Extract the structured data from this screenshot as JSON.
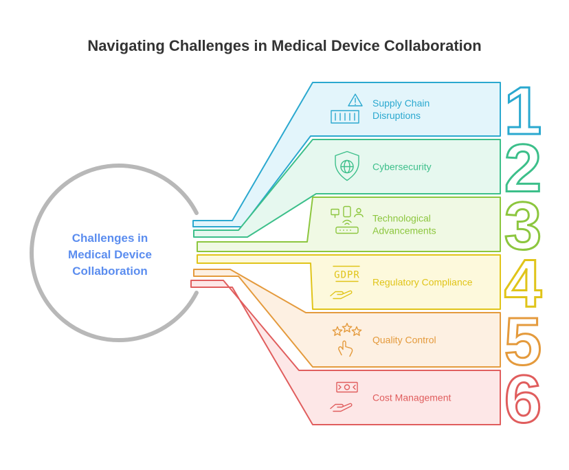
{
  "title": "Navigating Challenges in Medical Device Collaboration",
  "center": {
    "lines": [
      "Challenges in",
      "Medical Device",
      "Collaboration"
    ],
    "color": "#5b8def"
  },
  "items": [
    {
      "number": "1",
      "lines": [
        "Supply Chain",
        "Disruptions"
      ],
      "icon": "warning-container-icon",
      "stroke": "#2aa8cf",
      "fill": "#e3f5fb"
    },
    {
      "number": "2",
      "lines": [
        "Cybersecurity"
      ],
      "icon": "globe-shield-icon",
      "stroke": "#3cbf8a",
      "fill": "#e6f8ef"
    },
    {
      "number": "3",
      "lines": [
        "Technological",
        "Advancements"
      ],
      "icon": "devices-router-icon",
      "stroke": "#8cc63e",
      "fill": "#f0f9e4"
    },
    {
      "number": "4",
      "lines": [
        "Regulatory Compliance"
      ],
      "icon": "gdpr-hand-icon",
      "stroke": "#e0c419",
      "fill": "#fdf9dc"
    },
    {
      "number": "5",
      "lines": [
        "Quality Control"
      ],
      "icon": "stars-hand-icon",
      "stroke": "#e49a3c",
      "fill": "#fdf0e2"
    },
    {
      "number": "6",
      "lines": [
        "Cost Management"
      ],
      "icon": "money-hand-icon",
      "stroke": "#e05d5d",
      "fill": "#fde7e7"
    }
  ]
}
